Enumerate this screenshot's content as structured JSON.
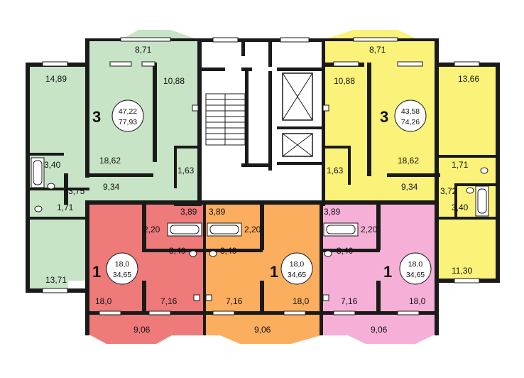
{
  "colors": {
    "green": "#c8e4c6",
    "yellow": "#fbf27a",
    "red": "#ee7a7a",
    "orange": "#fcae5f",
    "pink": "#f6b0d7",
    "wall": "#1a1a1a",
    "core": "#ffffff"
  },
  "apartments": [
    {
      "id": "green",
      "rooms": "3",
      "living_area": "47,22",
      "total_area": "77,93",
      "room_areas": [
        "8,71",
        "14,89",
        "10,88",
        "18,62",
        "1,63",
        "3,40",
        "3,75",
        "9,34",
        "1,71",
        "13,71"
      ]
    },
    {
      "id": "yellow",
      "rooms": "3",
      "living_area": "43,58",
      "total_area": "74,26",
      "room_areas": [
        "8,71",
        "10,88",
        "13,66",
        "18,62",
        "1,63",
        "1,71",
        "9,34",
        "3,72",
        "3,40",
        "11,30"
      ]
    },
    {
      "id": "red",
      "rooms": "1",
      "living_area": "18,0",
      "total_area": "34,65",
      "room_areas": [
        "3,89",
        "2,20",
        "3,40",
        "18,0",
        "7,16",
        "9,06"
      ]
    },
    {
      "id": "orange",
      "rooms": "1",
      "living_area": "18,0",
      "total_area": "34,65",
      "room_areas": [
        "3,89",
        "2,20",
        "3,40",
        "7,16",
        "18,0",
        "9,06"
      ]
    },
    {
      "id": "pink",
      "rooms": "1",
      "living_area": "18,0",
      "total_area": "34,65",
      "room_areas": [
        "3,89",
        "2,20",
        "3,40",
        "7,16",
        "18,0",
        "9,06"
      ]
    }
  ]
}
